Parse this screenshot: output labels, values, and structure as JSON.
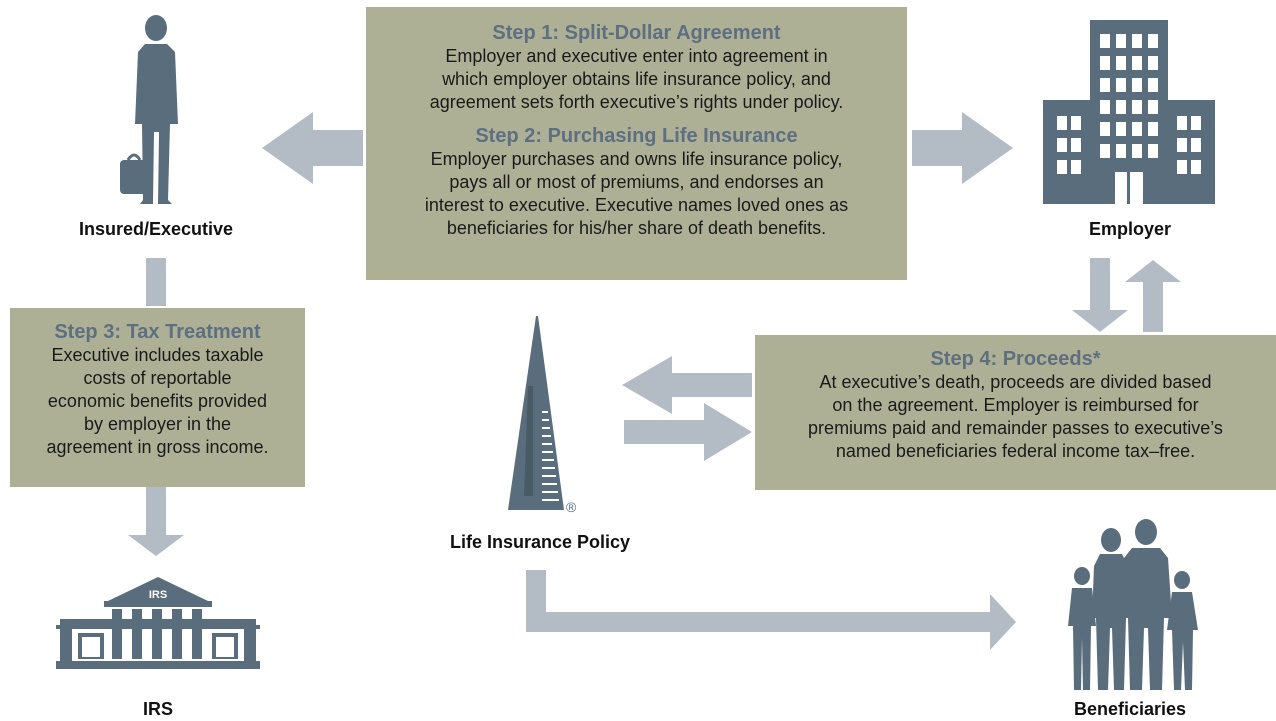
{
  "step1": {
    "title": "Step 1: Split-Dollar Agreement",
    "body": "Employer and executive enter into agreement in\nwhich employer obtains life insurance policy, and\nagreement sets forth executive’s rights under policy."
  },
  "step2": {
    "title": "Step 2: Purchasing Life Insurance",
    "body": "Employer purchases and owns life insurance policy,\npays all or most of premiums, and endorses an\ninterest to executive. Executive names loved ones as\nbeneficiaries for his/her share of death benefits."
  },
  "step3": {
    "title": "Step 3: Tax Treatment",
    "body": "Executive includes taxable\ncosts of reportable\neconomic benefits provided\nby employer in the\nagreement in gross income."
  },
  "step4": {
    "title": "Step 4: Proceeds*",
    "body": "At executive’s death, proceeds are divided based\non the agreement. Employer is reimbursed for\npremiums paid and remainder passes to executive’s\nnamed beneficiaries federal income tax–free."
  },
  "labels": {
    "executive": "Insured/Executive",
    "employer": "Employer",
    "policy": "Life Insurance Policy",
    "irs": "IRS",
    "beneficiaries": "Beneficiaries",
    "irs_sign": "IRS",
    "registered_mark": "®"
  },
  "colors": {
    "box_fill": "#aeb096",
    "title_text": "#5d6f80",
    "icon_fill": "#5a6d7c",
    "arrow_fill": "#b3bcc4"
  },
  "icons": [
    "businessman-icon",
    "office-building-icon",
    "pyramid-tower-icon",
    "courthouse-icon",
    "family-icon"
  ]
}
